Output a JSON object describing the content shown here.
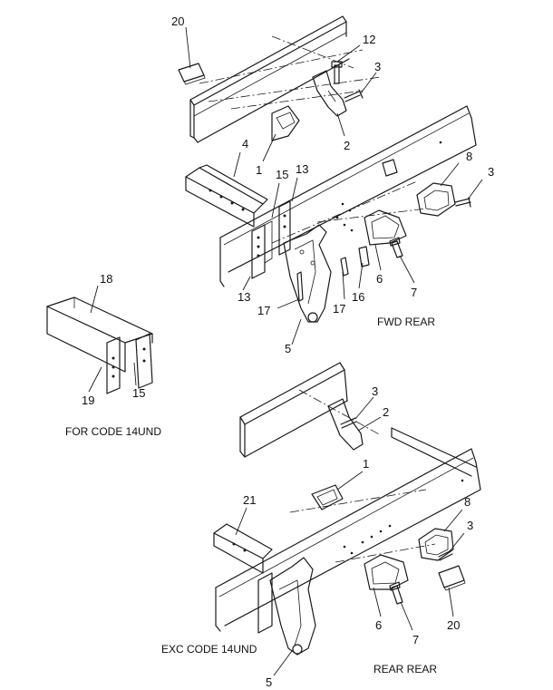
{
  "diagram": {
    "captions": {
      "fwd_rear": "FWD REAR",
      "rear_rear": "REAR REAR",
      "for_code": "FOR CODE 14UND",
      "exc_code": "EXC CODE 14UND"
    },
    "callouts": {
      "c1a": "1",
      "c1b": "1",
      "c2a": "2",
      "c2b": "2",
      "c3a": "3",
      "c3b": "3",
      "c3c": "3",
      "c3d": "3",
      "c4": "4",
      "c5a": "5",
      "c5b": "5",
      "c6a": "6",
      "c6b": "6",
      "c7a": "7",
      "c7b": "7",
      "c8a": "8",
      "c8b": "8",
      "c12": "12",
      "c13a": "13",
      "c13b": "13",
      "c15a": "15",
      "c15b": "15",
      "c16": "16",
      "c17a": "17",
      "c17b": "17",
      "c18": "18",
      "c19": "19",
      "c20a": "20",
      "c20b": "20",
      "c21": "21"
    }
  }
}
